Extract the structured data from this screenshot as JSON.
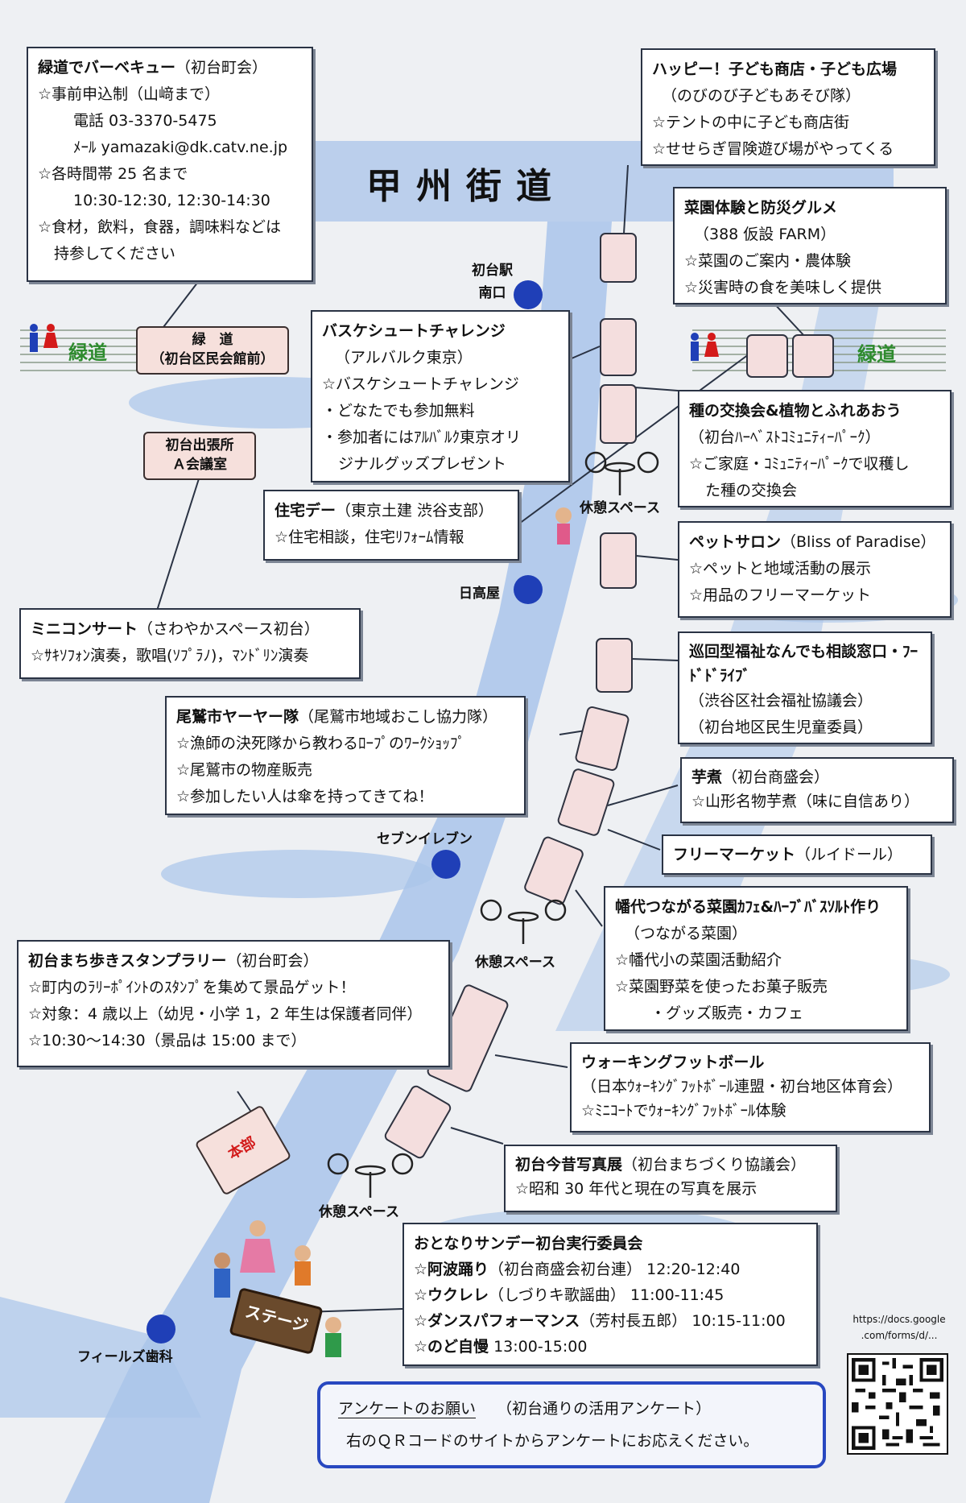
{
  "road_title": "甲州街道",
  "greenway_left": "緑道",
  "greenway_right": "緑道",
  "landmarks": {
    "hatsudai_station": "初台駅\n南口",
    "hidakaya": "日高屋",
    "seven_eleven": "セブンイレブン",
    "fields_dental": "フィールズ歯科"
  },
  "tags": {
    "ryokudo_hall": [
      "緑　道",
      "（初台区民会館前）"
    ],
    "branch_office": [
      "初台出張所",
      "Ａ会議室"
    ],
    "hq": "本部",
    "stage": "ステージ"
  },
  "rest_space": "休憩スペース",
  "boxes": {
    "bbq": {
      "title": "緑道でバーベキュー",
      "org": "（初台町会）",
      "lines": [
        "☆事前申込制（山﨑まで）",
        "電話 03-3370-5475",
        "ﾒｰﾙ yamazaki@dk.catv.ne.jp",
        "☆各時間帯 25 名まで",
        "10:30-12:30, 12:30-14:30",
        "☆食材，飲料，食器，調味料などは",
        "持参してください"
      ]
    },
    "basket": {
      "title": "バスケシュートチャレンジ",
      "org": "（アルバルク東京）",
      "lines": [
        "☆バスケシュートチャレンジ",
        "・どなたでも参加無料",
        "・参加者にはｱﾙﾊﾞﾙｸ東京オリ",
        "ジナルグッズプレゼント"
      ]
    },
    "housing": {
      "title": "住宅デー",
      "org": "（東京土建 渋谷支部）",
      "lines": [
        "☆住宅相談，住宅ﾘﾌｫｰﾑ情報"
      ]
    },
    "miniconcert": {
      "title": "ミニコンサート",
      "org": "（さわやかスペース初台）",
      "lines": [
        "☆ｻｷｿﾌｫﾝ演奏，歌唱(ｿﾌﾟﾗﾉ)，ﾏﾝﾄﾞﾘﾝ演奏"
      ]
    },
    "owase": {
      "title": "尾鷲市ヤーヤー隊",
      "org": "（尾鷲市地域おこし協力隊）",
      "lines": [
        "☆漁師の決死隊から教わるﾛｰﾌﾟのﾜｰｸｼｮｯﾌﾟ",
        "☆尾鷲市の物産販売",
        "☆参加したい人は傘を持ってきてね！"
      ]
    },
    "stamp": {
      "title": "初台まち歩きスタンプラリー",
      "org": "（初台町会）",
      "lines": [
        "☆町内のﾗﾘｰﾎﾟｲﾝﾄのｽﾀﾝﾌﾟを集めて景品ゲット！",
        "☆対象：4 歳以上（幼児・小学 1，2 年生は保護者同伴）",
        "☆10:30～14:30（景品は 15:00 まで）"
      ]
    },
    "happy": {
      "title": "ハッピー！子ども商店・子ども広場",
      "org": "（のびのび子どもあそび隊）",
      "lines": [
        "☆テントの中に子ども商店街",
        "☆せせらぎ冒険遊び場がやってくる"
      ]
    },
    "garden": {
      "title": "菜園体験と防災グルメ",
      "org": "（388 仮設 FARM）",
      "lines": [
        "☆菜園のご案内・農体験",
        "☆災害時の食を美味しく提供"
      ]
    },
    "seeds": {
      "title": "種の交換会&植物とふれあおう",
      "org": "（初台ﾊｰﾍﾞｽﾄｺﾐｭﾆﾃｨｰﾊﾟｰｸ）",
      "lines": [
        "☆ご家庭・ｺﾐｭﾆﾃｨｰﾊﾟｰｸで収穫し",
        "た種の交換会"
      ]
    },
    "pet": {
      "title": "ペットサロン",
      "org": "（Bliss of Paradise）",
      "lines": [
        "☆ペットと地域活動の展示",
        "☆用品のフリーマーケット"
      ]
    },
    "welfare": {
      "title": "巡回型福祉なんでも相談窓口・ﾌｰﾄﾞﾄﾞﾗｲﾌﾞ",
      "org": "",
      "lines": [
        "（渋谷区社会福祉協議会）",
        "（初台地区民生児童委員）"
      ]
    },
    "imoni": {
      "title": "芋煮",
      "org": "（初台商盛会）",
      "lines": [
        "☆山形名物芋煮（味に自信あり）"
      ]
    },
    "flea": {
      "title": "フリーマーケット",
      "org": "（ルイドール）",
      "lines": []
    },
    "hatagaya": {
      "title": "幡代つながる菜園ｶﾌｪ&ﾊｰﾌﾞﾊﾞｽｿﾙﾄ作り",
      "org": "",
      "lines": [
        "（つながる菜園）",
        "☆幡代小の菜園活動紹介",
        "☆菜園野菜を使ったお菓子販売",
        "・グッズ販売・カフェ"
      ]
    },
    "walking": {
      "title": "ウォーキングフットボール",
      "org": "",
      "lines": [
        "（日本ｳｫｰｷﾝｸﾞﾌｯﾄﾎﾞｰﾙ連盟・初台地区体育会）",
        "☆ﾐﾆｺｰﾄでｳｫｰｷﾝｸﾞﾌｯﾄﾎﾞｰﾙ体験"
      ]
    },
    "photo": {
      "title": "初台今昔写真展",
      "org": "（初台まちづくり協議会）",
      "lines": [
        "☆昭和 30 年代と現在の写真を展示"
      ]
    },
    "otonari": {
      "title": "おとなりサンデー初台実行委員会",
      "org": "",
      "schedule": [
        {
          "name": "☆阿波踊り",
          "who": "（初台商盛会初台連）",
          "time": "12:20-12:40"
        },
        {
          "name": "☆ウクレレ",
          "who": "（しづりキ歌謡曲）",
          "time": "11:00-11:45"
        },
        {
          "name": "☆ダンスパフォーマンス",
          "who": "（芳村長五郎）",
          "time": "10:15-11:00"
        },
        {
          "name": "☆のど自慢",
          "who": "",
          "time": "13:00-15:00"
        }
      ]
    }
  },
  "survey": {
    "title": "アンケートのお願い",
    "sub": "（初台通りの活用アンケート）",
    "text": "右のＱＲコードのサイトからアンケートにお応えください。"
  },
  "qr_url": "https://docs.google\n.com/forms/d/..."
}
